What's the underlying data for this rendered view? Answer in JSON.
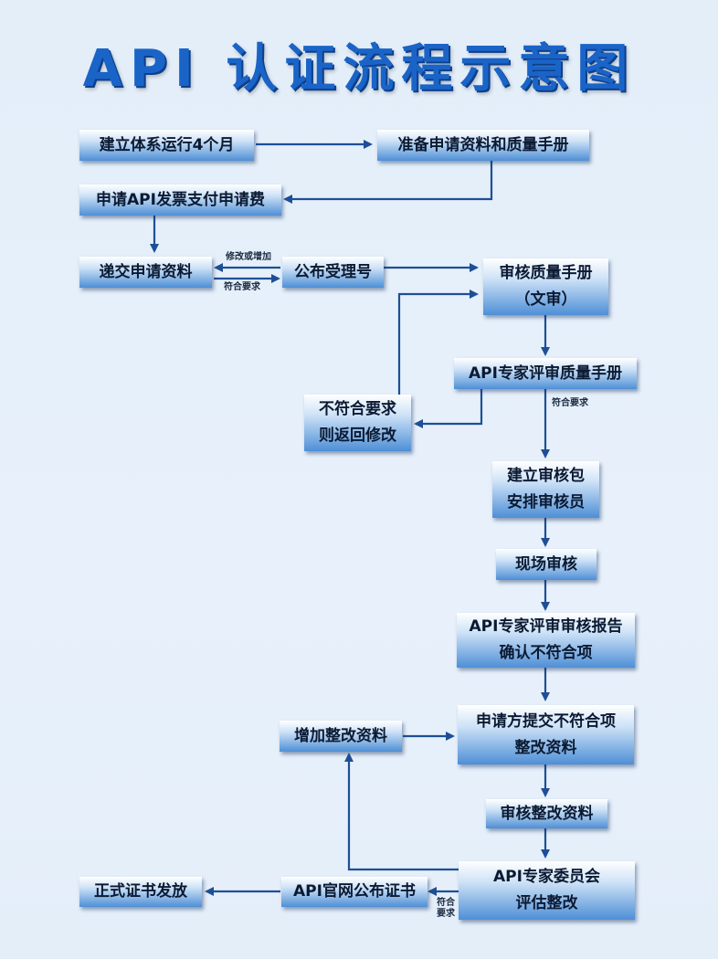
{
  "title": "API 认证流程示意图",
  "boxes": {
    "b1": [
      "建立体系运行4个月"
    ],
    "b2": [
      "准备申请资料和质量手册"
    ],
    "b3": [
      "申请API发票支付申请费"
    ],
    "b4": [
      "递交申请资料"
    ],
    "b5": [
      "公布受理号"
    ],
    "b6": [
      "审核质量手册",
      "（文审）"
    ],
    "b7": [
      "API专家评审质量手册"
    ],
    "b8": [
      "不符合要求",
      "则返回修改"
    ],
    "b9": [
      "建立审核包",
      "安排审核员"
    ],
    "b10": [
      "现场审核"
    ],
    "b11": [
      "API专家评审审核报告",
      "确认不符合项"
    ],
    "b12": [
      "增加整改资料"
    ],
    "b13": [
      "申请方提交不符合项",
      "整改资料"
    ],
    "b14": [
      "审核整改资料"
    ],
    "b15": [
      "API专家委员会",
      "评估整改"
    ],
    "b16": [
      "API官网公布证书"
    ],
    "b17": [
      "正式证书发放"
    ]
  },
  "labels": {
    "modify_or_add": "修改或增加",
    "meets_req_1": "符合要求",
    "meets_req_2": "符合要求",
    "meets_req_3": "符合要求"
  },
  "colors": {
    "title": "#1a64c8",
    "arrow": "#1e4f96",
    "box_bottom": "#4e8fd6",
    "background": "#e5eff9"
  }
}
